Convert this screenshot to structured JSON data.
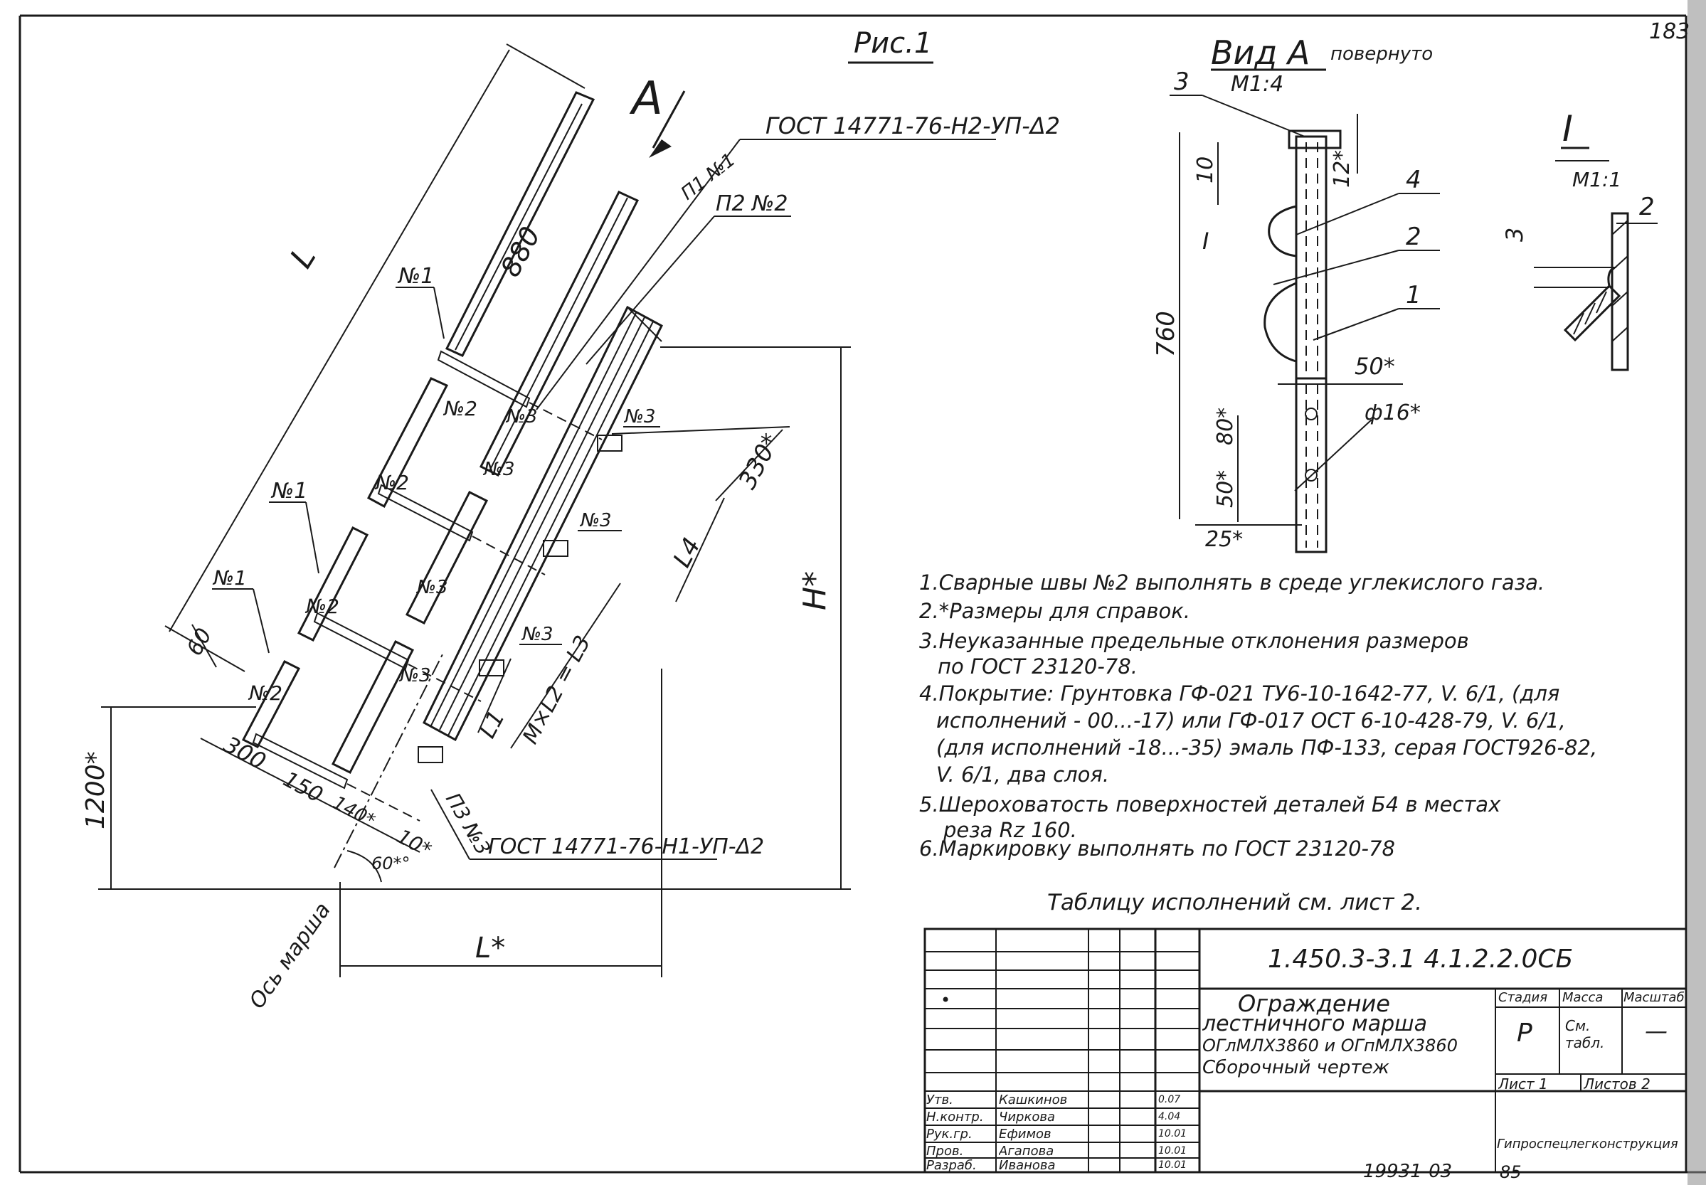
{
  "corner_number": "183",
  "figure_title": "Рис.1",
  "view_a_letter": "А",
  "main": {
    "gost_top": "ГОСТ 14771-76-Н2-УП-Δ2",
    "gost_bottom": "ГОСТ 14771-76-Н1-УП-Δ2",
    "p1": "П1 №1",
    "p2": "П2 №2",
    "p3": "П3 №3",
    "dim_L": "L",
    "dim_880": "880",
    "dim_330": "330*",
    "dim_L4": "L4",
    "dim_H": "H*",
    "dim_60": "60",
    "dim_1200": "1200*",
    "dim_300": "300",
    "dim_150": "150",
    "dim_140": "140*",
    "dim_10": "10*",
    "dim_60deg": "60*°",
    "dim_L1": "L1",
    "dim_ML2": "M×L2 = L3",
    "dim_Lstar": "L*",
    "axis_label": "Ось марша",
    "weld_n1": "№1",
    "weld_n2": "№2",
    "weld_n3": "№3"
  },
  "view_a": {
    "title": "Вид А",
    "suffix": "повернуто",
    "scale": "М1:4",
    "dim_760": "760",
    "dim_10": "10",
    "dim_12": "12*",
    "dim_50": "50*",
    "dim_80": "80*",
    "dim_50b": "50*",
    "dim_25": "25*",
    "dim_phi": "ф16*",
    "pos3": "3",
    "pos4": "4",
    "pos2": "2",
    "pos1": "1",
    "section_mark": "I"
  },
  "detail_i": {
    "title": "I",
    "scale": "М1:1",
    "pos2": "2",
    "pos3": "3"
  },
  "notes": [
    "1.Сварные швы №2 выполнять в среде углекислого газа.",
    "2.*Размеры для справок.",
    "3.Неуказанные предельные отклонения размеров",
    "по ГОСТ 23120-78.",
    "4.Покрытие: Грунтовка ГФ-021 ТУ6-10-1642-77, V. 6/1, (для",
    "исполнений - 00...-17) или ГФ-017 ОСТ 6-10-428-79, V. 6/1,",
    "(для исполнений -18...-35) эмаль ПФ-133, серая ГОСТ926-82,",
    "V. 6/1, два слоя.",
    "5.Шероховатость поверхностей деталей Б4 в местах",
    "реза Rz 160.",
    "6.Маркировку выполнять по ГОСТ 23120-78"
  ],
  "table_note": "Таблицу исполнений см. лист 2.",
  "title_block": {
    "doc_code": "1.450.3-3.1   4.1.2.2.0СБ",
    "name_lines": [
      "Ограждение",
      "лестничного марша",
      "ОГлМЛХ3860 и ОГпМЛХ3860",
      "Сборочный чертеж"
    ],
    "stage_header": "Стадия",
    "mass_header": "Масса",
    "scale_header": "Масштаб",
    "stage_value": "Р",
    "mass_value": "См. табл.",
    "scale_value": "—",
    "sheet_label": "Лист 1",
    "sheets_label": "Листов 2",
    "org": "Гипроспецлегконструкция",
    "dot_mark": "•",
    "signers": [
      {
        "role": "Утв.",
        "name": "Кашкинов",
        "date": "0.07"
      },
      {
        "role": "Н.контр.",
        "name": "Чиркова",
        "date": "4.04"
      },
      {
        "role": "Рук.гр.",
        "name": "Ефимов",
        "date": "10.01"
      },
      {
        "role": "Пров.",
        "name": "Агапова",
        "date": "10.01"
      },
      {
        "role": "Разраб.",
        "name": "Иванова",
        "date": "10.01"
      }
    ]
  },
  "footer_number": "19931-03",
  "footer_page": "85"
}
